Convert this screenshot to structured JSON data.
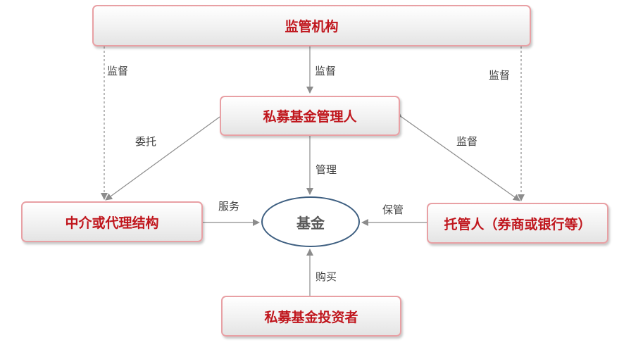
{
  "nodes": {
    "regulator": "监管机构",
    "manager": "私募基金管理人",
    "intermediary": "中介或代理结构",
    "custodian": "托管人（券商或银行等）",
    "investor": "私募基金投资者",
    "fund": "基金"
  },
  "edges": {
    "regulator_intermediary": "监督",
    "regulator_manager": "监督",
    "regulator_custodian": "监督",
    "manager_intermediary": "委托",
    "manager_fund": "管理",
    "manager_custodian": "监督",
    "intermediary_fund": "服务",
    "custodian_fund": "保管",
    "investor_fund": "购买"
  },
  "colors": {
    "node_text": "#c0161d",
    "node_border": "#e8a0a4",
    "fund_border": "#3d5e80",
    "arrow": "#8c8c8c"
  }
}
